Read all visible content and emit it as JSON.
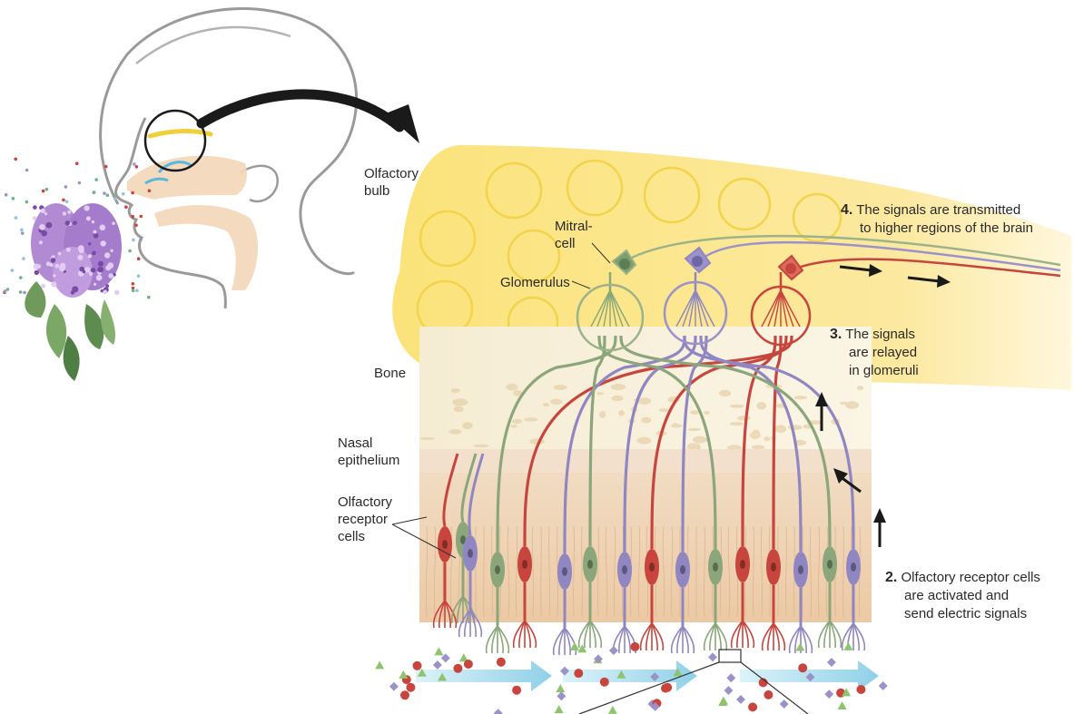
{
  "labels": {
    "olfactory_bulb": [
      "Olfactory",
      "bulb"
    ],
    "mitral_cell": [
      "Mitral-",
      "cell"
    ],
    "glomerulus": "Glomerulus",
    "bone": "Bone",
    "nasal_epithelium": [
      "Nasal",
      "epithelium"
    ],
    "receptor_cells": [
      "Olfactory",
      "receptor",
      "cells"
    ]
  },
  "steps": [
    {
      "num": "4.",
      "lines": [
        "The signals are transmitted",
        "to higher regions of the brain"
      ]
    },
    {
      "num": "3.",
      "lines": [
        "The signals",
        "are relayed",
        "in glomeruli"
      ]
    },
    {
      "num": "2.",
      "lines": [
        "Olfactory receptor cells",
        "are activated and",
        "send electric signals"
      ]
    }
  ],
  "colors": {
    "bulb": "#fbe57a",
    "bone": "#f7efd6",
    "epithelium": "#efd3b4",
    "neuron_red": "#c7453d",
    "neuron_green": "#8aa67a",
    "neuron_blue": "#8f86c2",
    "air_flow": "#8fd0e8"
  }
}
